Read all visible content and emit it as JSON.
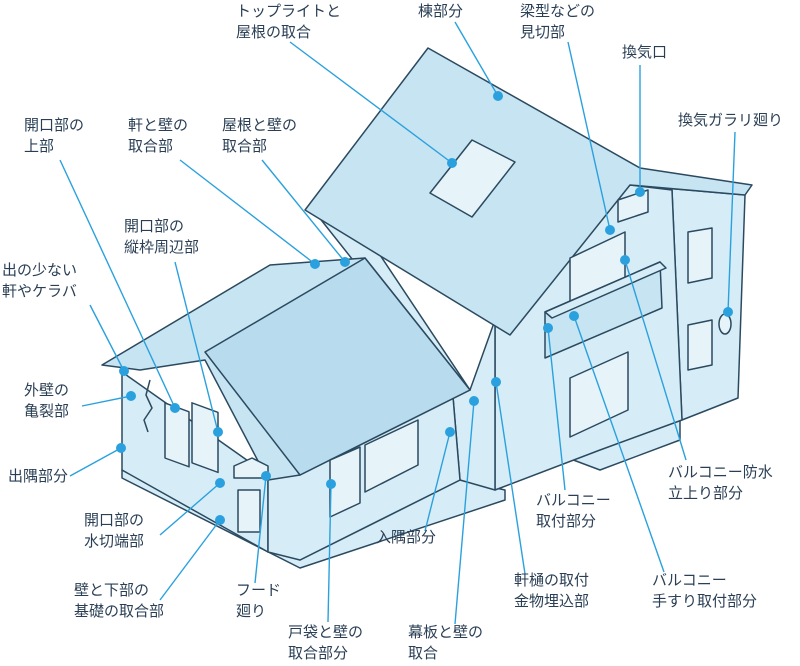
{
  "colors": {
    "wall": "#d6edf7",
    "roof": "#c6e4f2",
    "line": "#2b4a60",
    "callout": "#2aa1de",
    "text": "#2a3f55"
  },
  "callouts": [
    {
      "id": "toplight",
      "lines": [
        "トップライトと",
        "屋根の取合"
      ]
    },
    {
      "id": "ridge",
      "lines": [
        "棟部分"
      ]
    },
    {
      "id": "beam",
      "lines": [
        "梁型などの",
        "見切部"
      ]
    },
    {
      "id": "vent",
      "lines": [
        "換気口"
      ]
    },
    {
      "id": "gallery",
      "lines": [
        "換気ガラリ廻り"
      ]
    },
    {
      "id": "opening-top",
      "lines": [
        "開口部の",
        "上部"
      ]
    },
    {
      "id": "eave-wall",
      "lines": [
        "軒と壁の",
        "取合部"
      ]
    },
    {
      "id": "roof-wall",
      "lines": [
        "屋根と壁の",
        "取合部"
      ]
    },
    {
      "id": "opening-jamb",
      "lines": [
        "開口部の",
        "縦枠周辺部"
      ]
    },
    {
      "id": "short-eave",
      "lines": [
        "出の少ない",
        "軒やケラバ"
      ]
    },
    {
      "id": "crack",
      "lines": [
        "外壁の",
        "亀裂部"
      ]
    },
    {
      "id": "out-corner",
      "lines": [
        "出隅部分"
      ]
    },
    {
      "id": "sill",
      "lines": [
        "開口部の",
        "水切端部"
      ]
    },
    {
      "id": "base",
      "lines": [
        "壁と下部の",
        "基礎の取合部"
      ]
    },
    {
      "id": "hood",
      "lines": [
        "フード",
        "廻り"
      ]
    },
    {
      "id": "shutter",
      "lines": [
        "戸袋と壁の",
        "取合部分"
      ]
    },
    {
      "id": "in-corner",
      "lines": [
        "入隅部分"
      ]
    },
    {
      "id": "fascia",
      "lines": [
        "幕板と壁の",
        "取合"
      ]
    },
    {
      "id": "gutter",
      "lines": [
        "軒樋の取付",
        "金物埋込部"
      ]
    },
    {
      "id": "balcony-mount",
      "lines": [
        "バルコニー",
        "取付部分"
      ]
    },
    {
      "id": "balcony-rail",
      "lines": [
        "バルコニー",
        "手すり取付部分"
      ]
    },
    {
      "id": "balcony-water",
      "lines": [
        "バルコニー防水",
        "立上り部分"
      ]
    }
  ]
}
